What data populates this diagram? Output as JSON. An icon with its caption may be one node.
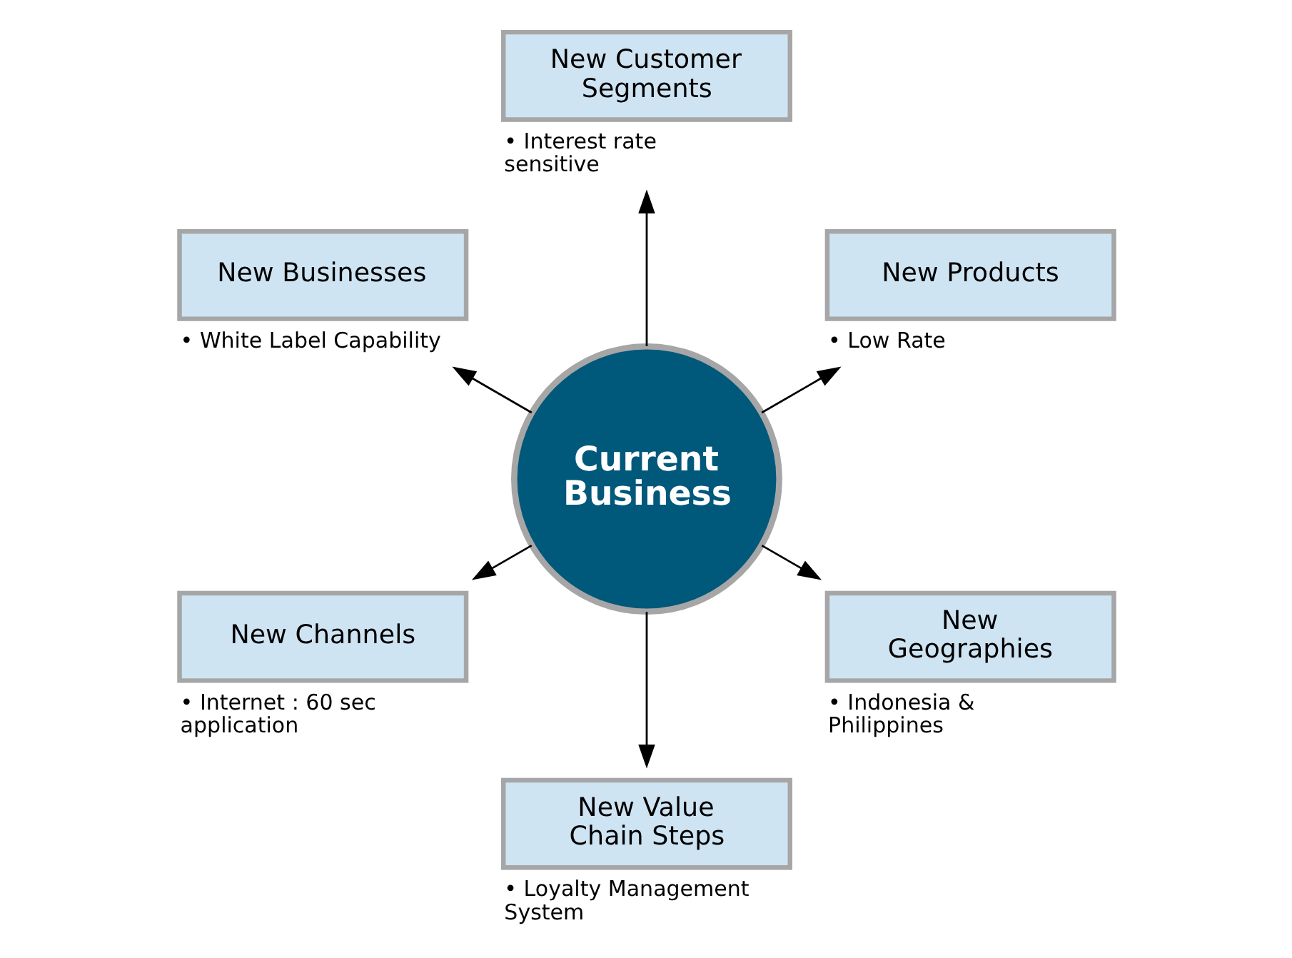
{
  "diagram": {
    "nodes": [
      {
        "text": [
          "Current Business"
        ]
      },
      {
        "text": [
          "New Products"
        ],
        "beside": [
          "• Low Rate"
        ]
      },
      {
        "text": [
          "New Customer Segments"
        ],
        "beside": [
          "• Interest rate sensitive"
        ]
      },
      {
        "text": [
          "New Businesses"
        ],
        "beside": [
          "• White Label Capability"
        ]
      },
      {
        "text": [
          "New Channels"
        ],
        "beside": [
          "• Internet : 60 sec application"
        ]
      },
      {
        "text": [
          "New Value Chain Steps"
        ],
        "beside": [
          "• Loyalty Management System"
        ]
      },
      {
        "text": [
          "New Geographies"
        ],
        "beside": [
          "• Indonesia & Philippines"
        ]
      }
    ],
    "edges": [
      {
        "from": 0,
        "to": 1,
        "arrow": "to"
      },
      {
        "from": 0,
        "to": 2,
        "arrow": "to"
      },
      {
        "from": 0,
        "to": 3,
        "arrow": "to"
      },
      {
        "from": 0,
        "to": 4,
        "arrow": "to"
      },
      {
        "from": 0,
        "to": 5,
        "arrow": "to"
      },
      {
        "from": 0,
        "to": 6,
        "arrow": "to"
      }
    ]
  }
}
